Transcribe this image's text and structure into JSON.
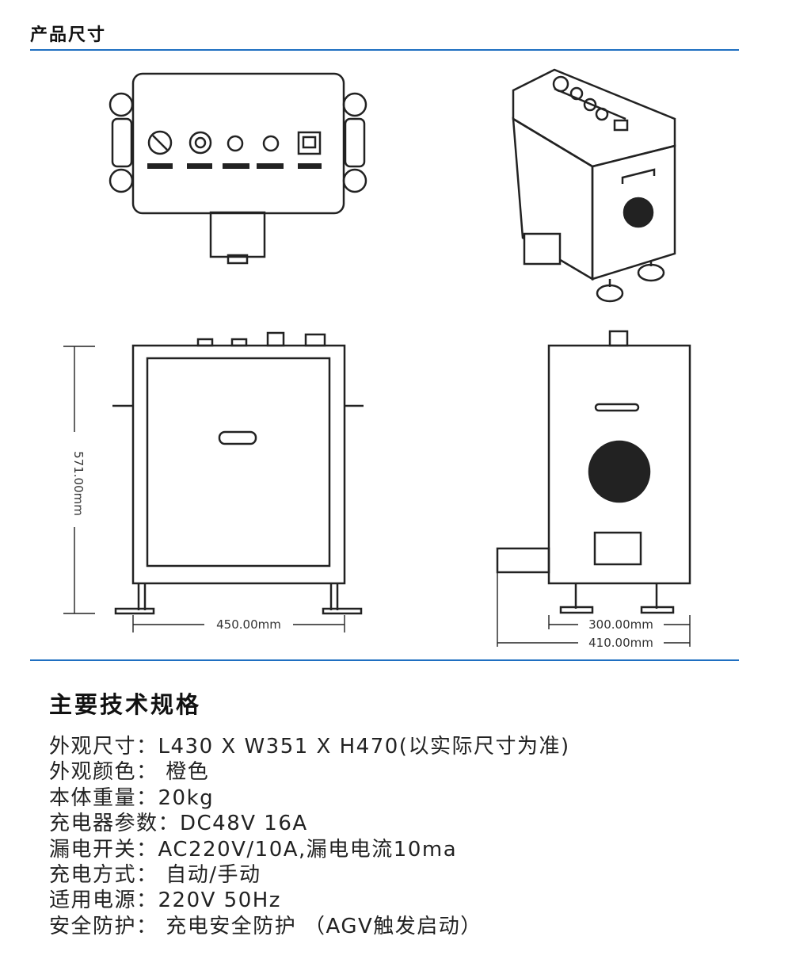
{
  "section1": {
    "title": "产品尺寸"
  },
  "dimensions": {
    "height": "571.00mm",
    "width_front": "450.00mm",
    "width_side_inner": "300.00mm",
    "width_side_outer": "410.00mm"
  },
  "section2": {
    "title": "主要技术规格"
  },
  "specs": [
    "外观尺寸：L430 X W351 X H470(以实际尺寸为准)",
    "外观颜色： 橙色",
    "本体重量：20kg",
    "充电器参数：DC48V  16A",
    "漏电开关：AC220V/10A,漏电电流10ma",
    "充电方式： 自动/手动",
    "适用电源：220V 50Hz",
    "安全防护： 充电安全防护 （AGV触发启动）"
  ],
  "colors": {
    "accent": "#1f6fc1"
  }
}
